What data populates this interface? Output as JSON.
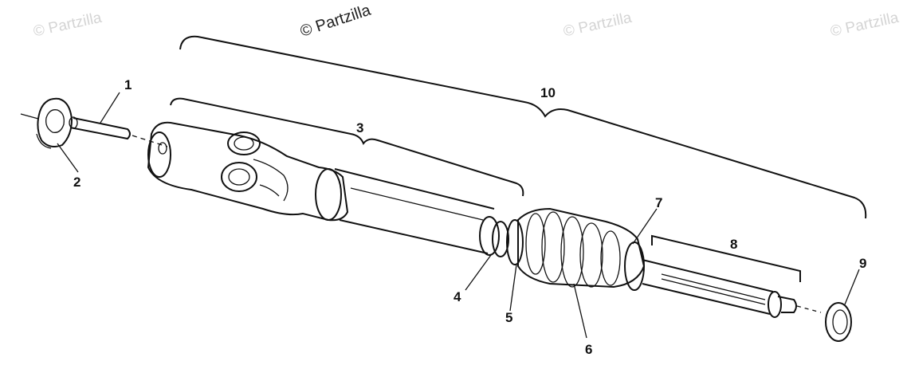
{
  "watermark": {
    "text_main": "© Partzilla",
    "text_left": "© Partzilla",
    "text_mid": "© Partzilla",
    "text_right": "© Partzilla"
  },
  "callouts": {
    "p1": "1",
    "p2": "2",
    "p3": "3",
    "p4": "4",
    "p5": "5",
    "p6": "6",
    "p7": "7",
    "p8": "8",
    "p9": "9",
    "p10": "10"
  },
  "colors": {
    "ink": "#111111",
    "watermark": "#d4d4d4",
    "background": "#ffffff"
  }
}
